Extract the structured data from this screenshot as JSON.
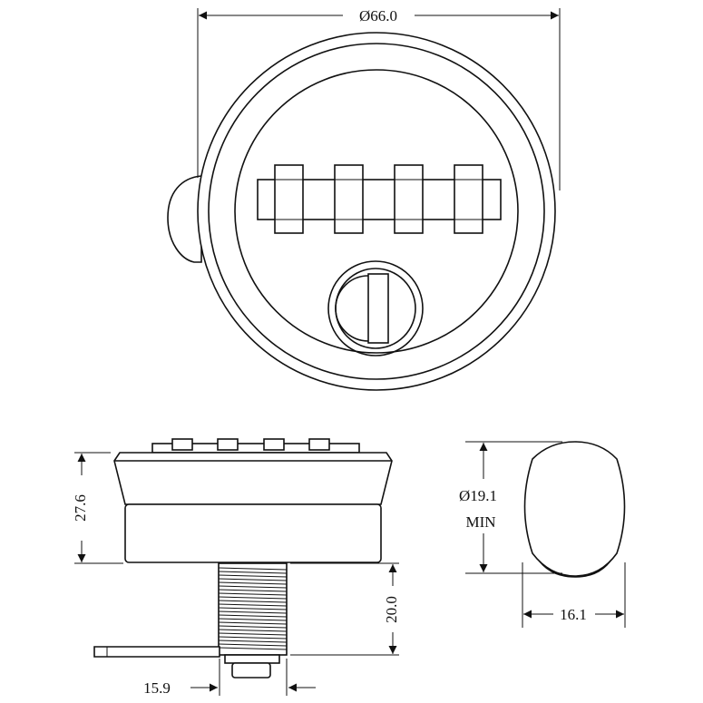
{
  "dimensions": {
    "overall_diameter": "Ø66.0",
    "body_height": "27.6",
    "thread_length": "20.0",
    "cam_offset": "15.9",
    "cutout_diameter": "Ø19.1",
    "cutout_note": "MIN",
    "cutout_width": "16.1"
  },
  "colors": {
    "line": "#111111",
    "background": "#ffffff"
  }
}
